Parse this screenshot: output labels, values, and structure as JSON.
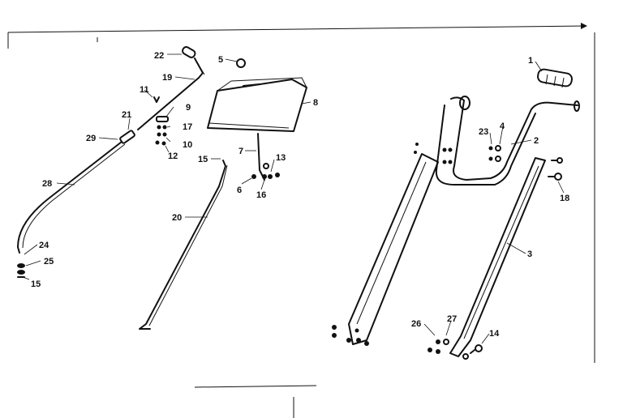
{
  "diagram": {
    "callouts": [
      "1",
      "2",
      "3",
      "4",
      "5",
      "6",
      "7",
      "8",
      "9",
      "10",
      "11",
      "12",
      "13",
      "14",
      "15",
      "15",
      "16",
      "17",
      "18",
      "19",
      "20",
      "21",
      "22",
      "23",
      "24",
      "25",
      "26",
      "27",
      "28",
      "29"
    ]
  }
}
